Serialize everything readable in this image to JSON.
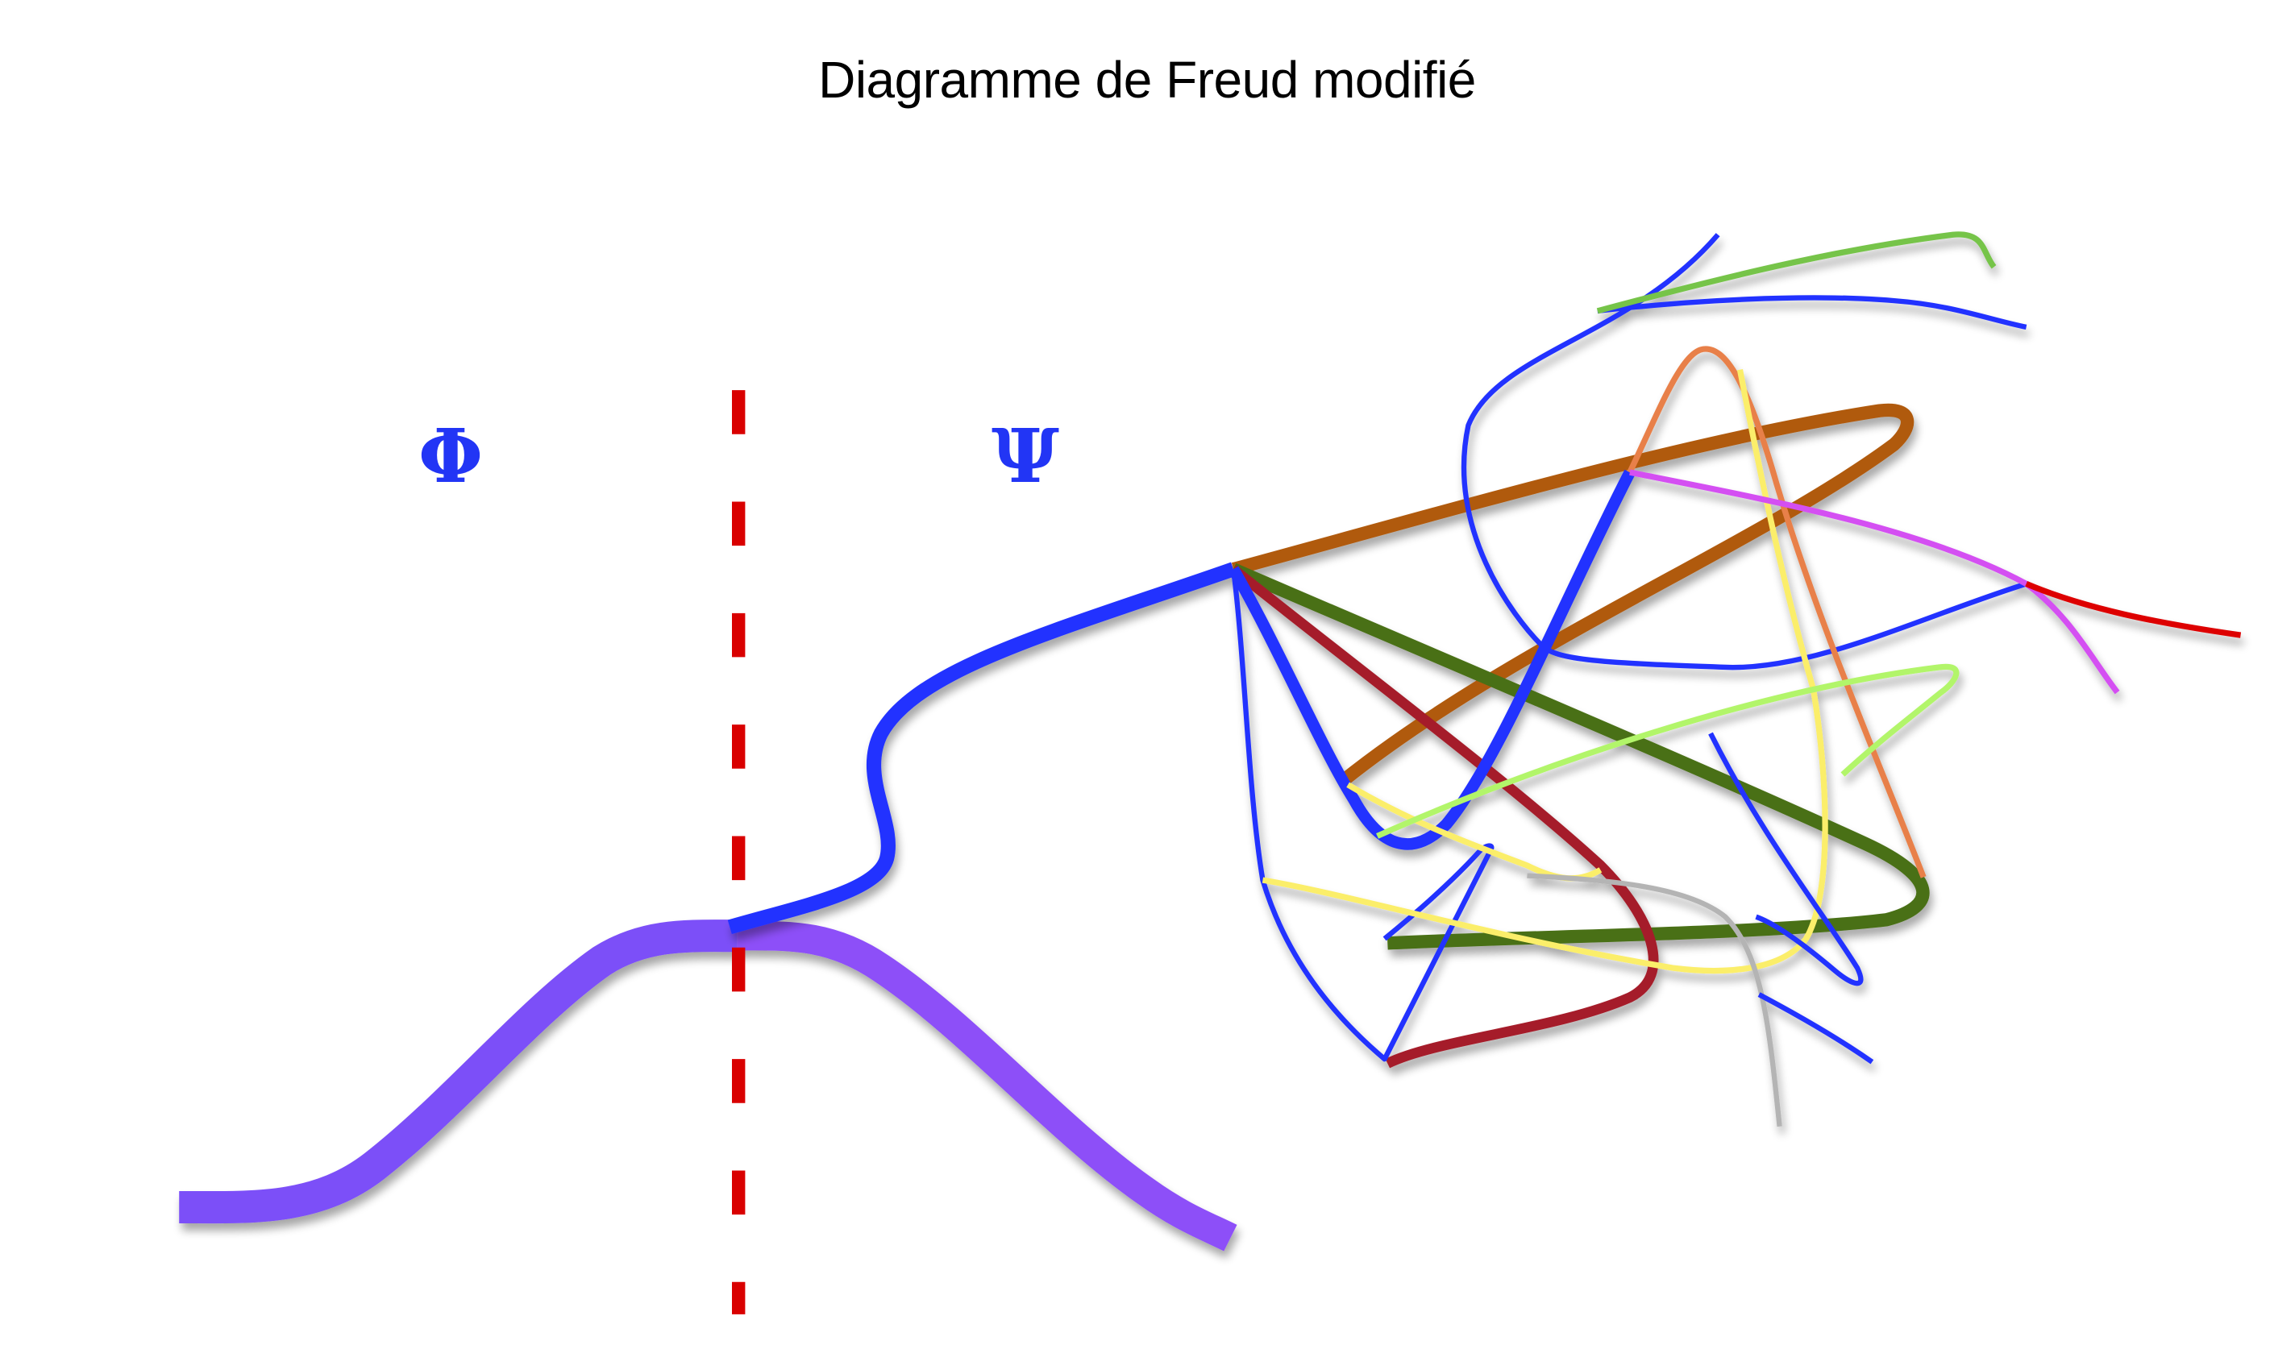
{
  "title": "Diagramme de Freud modifié",
  "labels": {
    "phi": "Φ",
    "psi": "Ψ"
  },
  "colors": {
    "greek_labels": "#2235f5",
    "divider": "#d90000",
    "phi_curve_left": "#7b4ff8",
    "phi_curve_right": "#8d4ff8",
    "psi_curve": "#2233ff",
    "brown": "#b05a0c",
    "dark_green": "#4a6f18",
    "dark_red": "#a51f2a",
    "orange": "#e8804a",
    "yellow": "#fbee6a",
    "light_green": "#b2f56a",
    "green": "#76c44a",
    "magenta": "#d44ff2",
    "red": "#dd0000",
    "gray": "#b4b4b4"
  }
}
